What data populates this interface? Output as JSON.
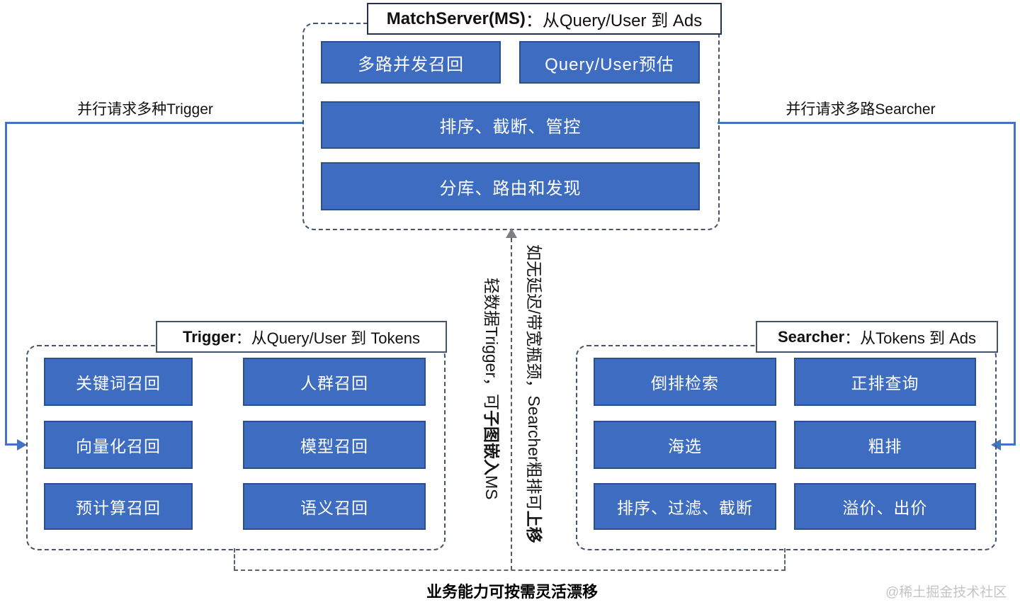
{
  "colors": {
    "cell_fill": "#3d6cc0",
    "cell_border": "#2c4f8e",
    "container_dash": "#44546a",
    "connector_blue": "#4472c4",
    "mid_dash_gray": "#595959",
    "arrow_gray": "#7f7f7f",
    "watermark_gray": "#c4c4c4"
  },
  "ms": {
    "title_bold": "MatchServer(MS)",
    "title_rest": "：从Query/User 到 Ads",
    "cells": [
      "多路并发召回",
      "Query/User预估",
      "排序、截断、管控",
      "分库、路由和发现"
    ]
  },
  "trigger": {
    "title_bold": "Trigger",
    "title_rest": "：从Query/User 到 Tokens",
    "cells": [
      "关键词召回",
      "人群召回",
      "向量化召回",
      "模型召回",
      "预计算召回",
      "语义召回"
    ]
  },
  "searcher": {
    "title_bold": "Searcher",
    "title_rest": "：从Tokens 到 Ads",
    "cells": [
      "倒排检索",
      "正排查询",
      "海选",
      "粗排",
      "排序、过滤、截断",
      "溢价、出价"
    ]
  },
  "labels": {
    "left_connector": "并行请求多种Trigger",
    "right_connector": "并行请求多路Searcher",
    "bottom": "业务能力可按需灵活漂移",
    "watermark": "@稀土掘金技术社区"
  },
  "vertical_notes": {
    "left_pre": "轻数据Trigger，可",
    "left_bold": "子图嵌入",
    "left_post": "MS",
    "right_pre": "如无延迟/带宽瓶颈，Searcher粗排可",
    "right_bold": "上移",
    "right_post": ""
  }
}
